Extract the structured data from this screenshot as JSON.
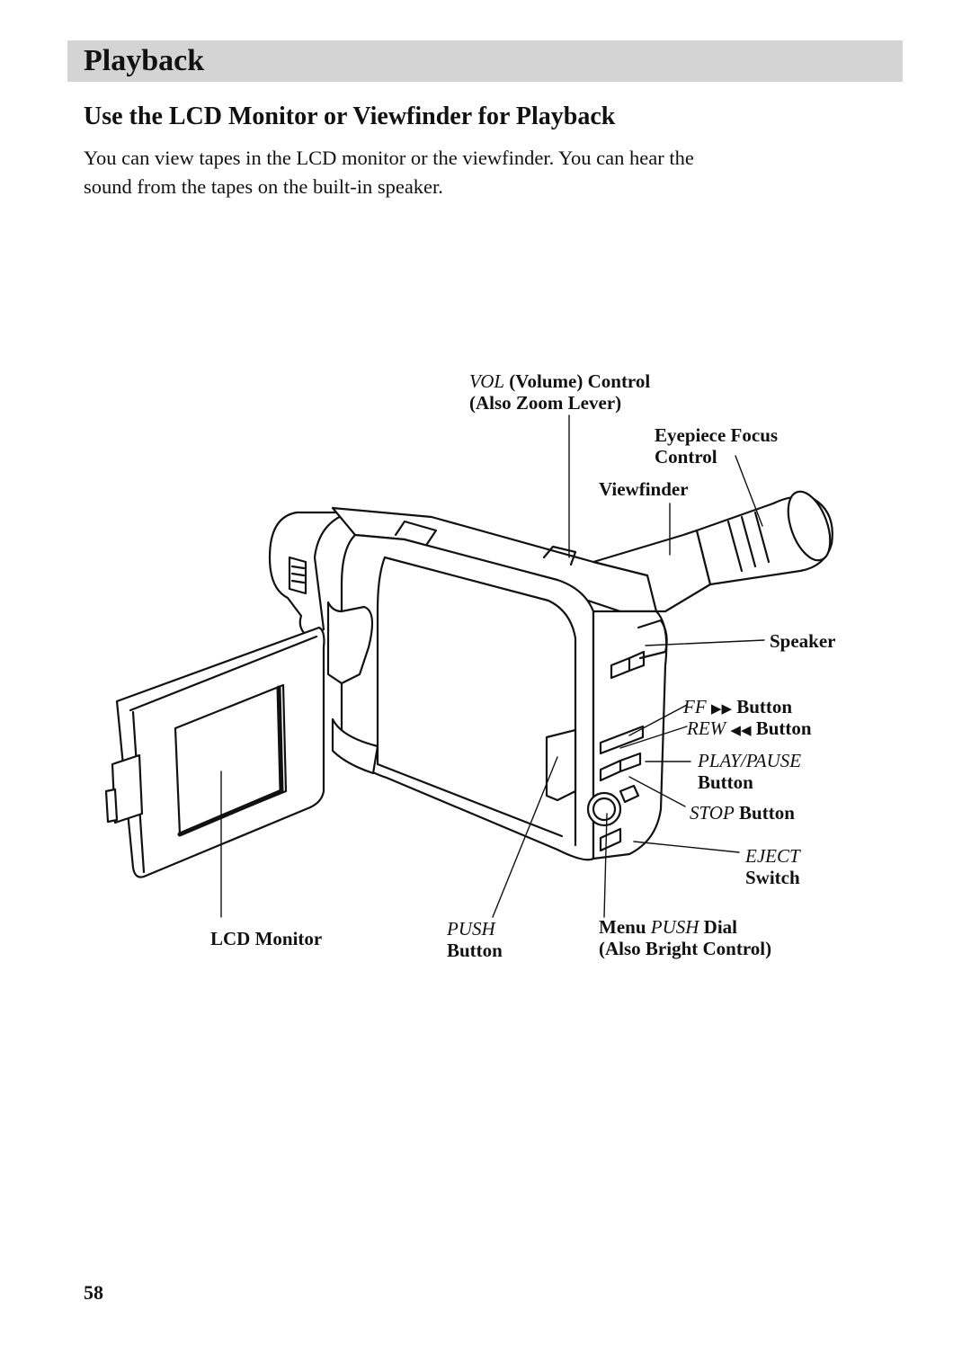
{
  "header": {
    "title": "Playback"
  },
  "section": {
    "heading": "Use the LCD Monitor or Viewfinder for Playback",
    "intro": "You can view tapes in the LCD monitor or the viewfinder.  You can hear the sound from the tapes on the built-in speaker."
  },
  "labels": {
    "vol_italic": "VOL",
    "vol_rest": " (Volume) Control",
    "vol_line2": "(Also Zoom Lever)",
    "eyepiece_line1": "Eyepiece Focus",
    "eyepiece_line2": "Control",
    "viewfinder": "Viewfinder",
    "speaker": "Speaker",
    "ff_italic": "FF",
    "ff_glyph": "▶▶",
    "ff_rest": "Button",
    "rew_italic": "REW",
    "rew_glyph": "◀◀",
    "rew_rest": "Button",
    "play_pause_italic": "PLAY/PAUSE",
    "play_pause_line2": "Button",
    "stop_italic": "STOP",
    "stop_rest": " Button",
    "eject_italic": "EJECT",
    "eject_line2": "Switch",
    "lcd_monitor": "LCD Monitor",
    "push_italic": "PUSH",
    "push_line2": "Button",
    "menu_prefix": "Menu ",
    "menu_italic": "PUSH",
    "menu_suffix": " Dial",
    "menu_line2": "(Also Bright Control)"
  },
  "footer": {
    "page_number": "58"
  }
}
